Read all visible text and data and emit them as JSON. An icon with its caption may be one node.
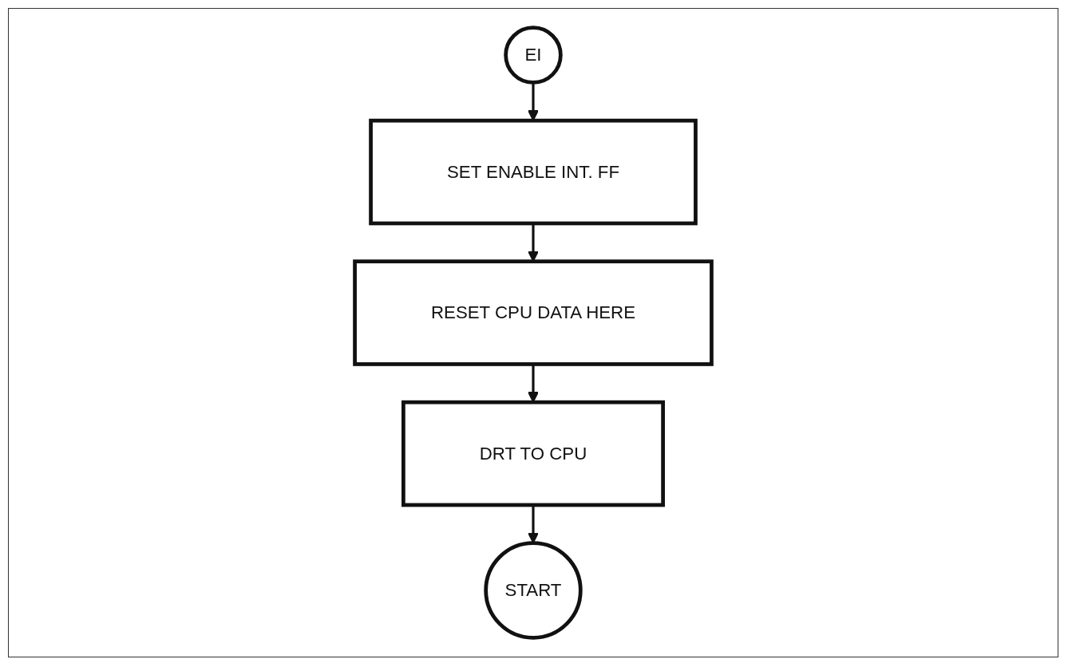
{
  "diagram": {
    "nodes": [
      {
        "text": [
          "EI"
        ]
      },
      {
        "text": [
          "SET ENABLE INT. FF"
        ]
      },
      {
        "text": [
          "RESET CPU DATA HERE"
        ]
      },
      {
        "text": [
          "DRT TO CPU"
        ]
      },
      {
        "text": [
          "START"
        ]
      }
    ],
    "edges": [
      {
        "from": 0,
        "to": 1,
        "arrow": "to"
      },
      {
        "from": 1,
        "to": 2,
        "arrow": "to"
      },
      {
        "from": 2,
        "to": 3,
        "arrow": "to"
      },
      {
        "from": 3,
        "to": 4,
        "arrow": "to"
      }
    ]
  }
}
